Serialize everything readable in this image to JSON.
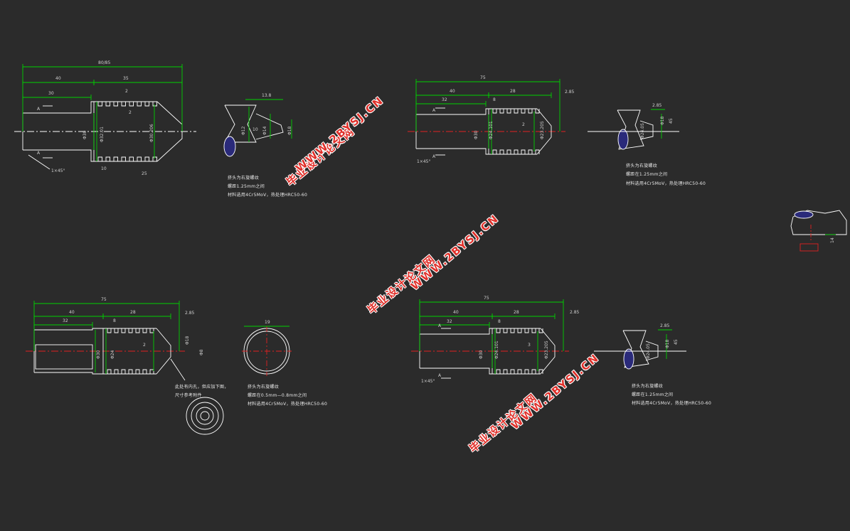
{
  "colors": {
    "background": "#2b2b2b",
    "outline": "#ffffff",
    "dimension": "#00d000",
    "centerline": "#e02020",
    "watermark": "#e0302a"
  },
  "watermarks": [
    {
      "url": "WWW.2BYSJ.CN",
      "cn": "毕业设计论文网"
    },
    {
      "url": "WWW.2BYSJ.CN",
      "cn": "毕业设计论文网"
    },
    {
      "url": "WWW.2BYSJ.CN",
      "cn": "毕业设计论文网"
    }
  ],
  "views": {
    "v1": {
      "dims": {
        "total": "80/85",
        "left": "40",
        "right": "35",
        "inner": "30",
        "pitch": "2",
        "gap": "2",
        "step": "10",
        "tail": "25",
        "chamfer": "1×45°",
        "dia1": "Φ30",
        "dia2": "Φ32.01",
        "dia3": "Φ30.206",
        "section": "A"
      },
      "detail": {
        "top": "13.8",
        "d1": "Φ12",
        "d2": "Φ14",
        "d3": "Φ18",
        "d4": "10"
      },
      "notes": [
        "挤头为右旋螺纹",
        "螺距1.25mm之间",
        "材料选用4Cr5MoV，热处理HRC50-60"
      ]
    },
    "v2": {
      "dims": {
        "total": "75",
        "left": "40",
        "right": "28",
        "inner": "32",
        "step": "8",
        "gap": "2",
        "tip": "2.85",
        "chamfer": "1×45°",
        "dia1": "Φ30",
        "dia2": "Φ24.101",
        "dia3": "Φ23.205",
        "section": "A"
      },
      "detail": {
        "top": "2.85",
        "d1": "Φ24.05",
        "d2": "Φ18",
        "d3": "45"
      },
      "notes": [
        "挤头为右旋螺纹",
        "螺距在1.25mm之间",
        "材料选用4Cr5MoV，热处理HRC50-60"
      ]
    },
    "v3": {
      "dims": {
        "total": "75",
        "left": "40",
        "right": "28",
        "inner": "32",
        "step": "8",
        "gap": "2",
        "tip": "2.85",
        "dia1": "Φ30",
        "dia2": "Φ24",
        "dia3": "Φ18",
        "dia4": "Φ8"
      },
      "circle": {
        "dia": "19"
      },
      "side_note": [
        "此处有内孔，但应加下图，",
        "尺寸参考附件"
      ],
      "notes": [
        "挤头为右旋螺纹",
        "螺距在0.5mm—0.8mm之间",
        "材料选用4Cr5MoV，热处理HRC50-60"
      ]
    },
    "v4": {
      "dims": {
        "total": "75",
        "left": "40",
        "right": "28",
        "inner": "32",
        "step": "8",
        "gap": "3",
        "tip": "2.85",
        "chamfer": "1×45°",
        "dia1": "Φ30",
        "dia2": "Φ24.101",
        "dia3": "Φ23.205",
        "section": "A"
      },
      "detail": {
        "top": "2.85",
        "d1": "Φ24.05",
        "d2": "Φ18",
        "d3": "45"
      },
      "notes": [
        "挤头为右旋螺纹",
        "螺距在1.25mm之间",
        "材料选用4Cr5MoV，热处理HRC50-60"
      ]
    },
    "v5": {
      "dims": {
        "d": "14"
      }
    }
  }
}
